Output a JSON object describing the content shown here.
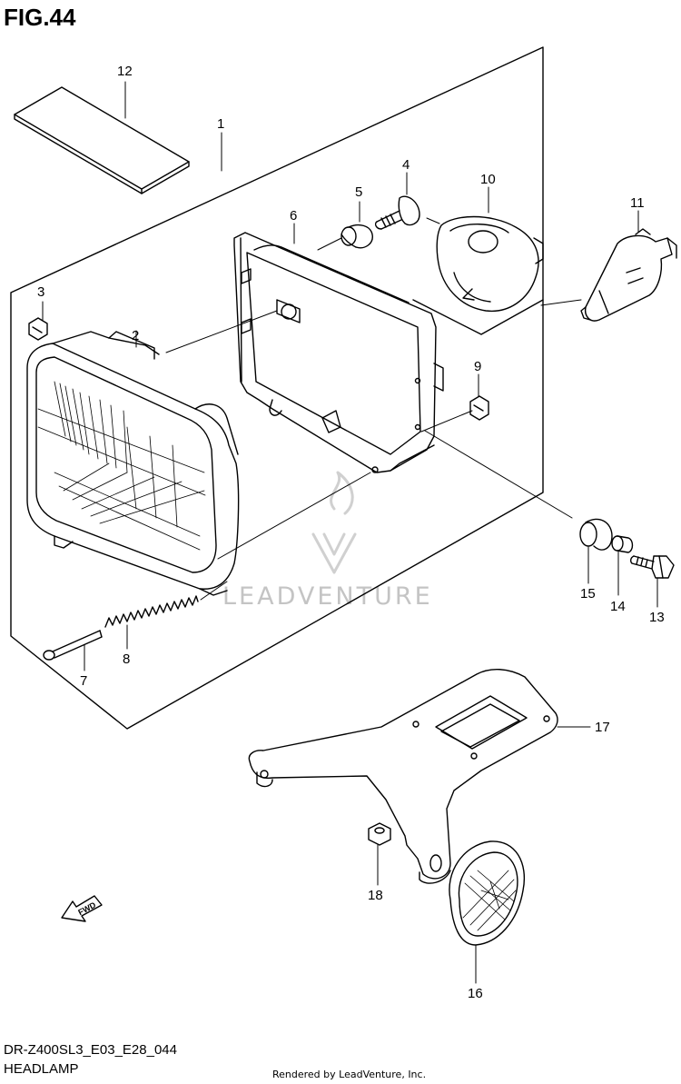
{
  "figure": {
    "title": "FIG.44",
    "model_code": "DR-Z400SL3_E03_E28_044",
    "section_name": "HEADLAMP",
    "credit": "Rendered by LeadVenture, Inc.",
    "watermark": "LEADVENTURE",
    "direction_marker": "FWD"
  },
  "callouts": [
    {
      "id": "1",
      "label": "1"
    },
    {
      "id": "2",
      "label": "2"
    },
    {
      "id": "3",
      "label": "3"
    },
    {
      "id": "4",
      "label": "4"
    },
    {
      "id": "5",
      "label": "5"
    },
    {
      "id": "6",
      "label": "6"
    },
    {
      "id": "7",
      "label": "7"
    },
    {
      "id": "8",
      "label": "8"
    },
    {
      "id": "9",
      "label": "9"
    },
    {
      "id": "10",
      "label": "10"
    },
    {
      "id": "11",
      "label": "11"
    },
    {
      "id": "12",
      "label": "12"
    },
    {
      "id": "13",
      "label": "13"
    },
    {
      "id": "14",
      "label": "14"
    },
    {
      "id": "15",
      "label": "15"
    },
    {
      "id": "16",
      "label": "16"
    },
    {
      "id": "17",
      "label": "17"
    },
    {
      "id": "18",
      "label": "18"
    }
  ],
  "colors": {
    "line": "#000000",
    "watermark": "#c4c4c4"
  }
}
